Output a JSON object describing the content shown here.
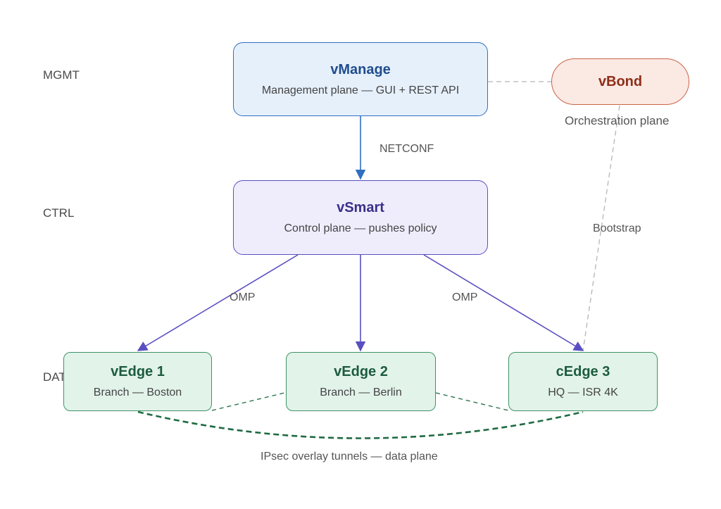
{
  "lanes": {
    "mgmt": "MGMT",
    "ctrl": "CTRL",
    "data": "DATA"
  },
  "nodes": {
    "vmanage": {
      "title": "vManage",
      "subtitle": "Management plane — GUI + REST API"
    },
    "vbond": {
      "title": "vBond",
      "caption": "Orchestration plane"
    },
    "vsmart": {
      "title": "vSmart",
      "subtitle": "Control plane — pushes policy"
    },
    "vedge1": {
      "title": "vEdge 1",
      "subtitle": "Branch — Boston"
    },
    "vedge2": {
      "title": "vEdge 2",
      "subtitle": "Branch — Berlin"
    },
    "cedge3": {
      "title": "cEdge 3",
      "subtitle": "HQ — ISR 4K"
    }
  },
  "edges": {
    "netconf": "NETCONF",
    "omp_left": "OMP",
    "omp_right": "OMP",
    "bootstrap": "Bootstrap",
    "ipsec": "IPsec overlay tunnels — data plane"
  },
  "colors": {
    "management": "#2f6fc0",
    "control": "#5a4fc1",
    "orchestration": "#c96548",
    "data": "#3e9466",
    "tunnel": "#1f6b43",
    "dashed": "#b5b5b5"
  }
}
